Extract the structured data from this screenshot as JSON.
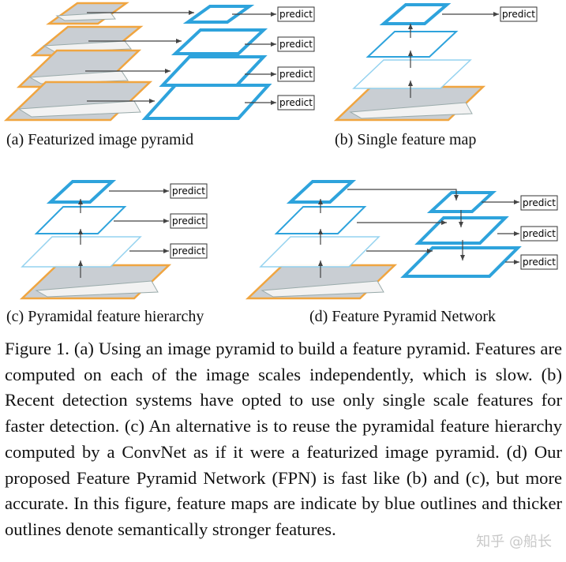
{
  "predict_label": "predict",
  "subfigures": {
    "a": "(a) Featurized image pyramid",
    "b": "(b) Single feature map",
    "c": "(c) Pyramidal feature hierarchy",
    "d": "(d) Feature Pyramid Network"
  },
  "caption": "Figure 1. (a) Using an image pyramid to build a feature pyramid. Features are computed on each of the image scales independently, which is slow.  (b) Recent detection systems have opted to use only single scale features for faster detection. (c) An alternative is to reuse the pyramidal feature hierarchy computed by a ConvNet as if it were a featurized image pyramid. (d) Our proposed Feature Pyramid Network (FPN) is fast like (b) and (c), but more accurate. In this figure, feature maps are indicate by blue outlines and thicker outlines denote semantically stronger features.",
  "watermark": "知乎 @船长",
  "colors": {
    "feature_blue": "#2ea3dc",
    "light_blue": "#8fd0ef",
    "image_orange": "#f0a540",
    "image_fill": "#c9ced3"
  }
}
